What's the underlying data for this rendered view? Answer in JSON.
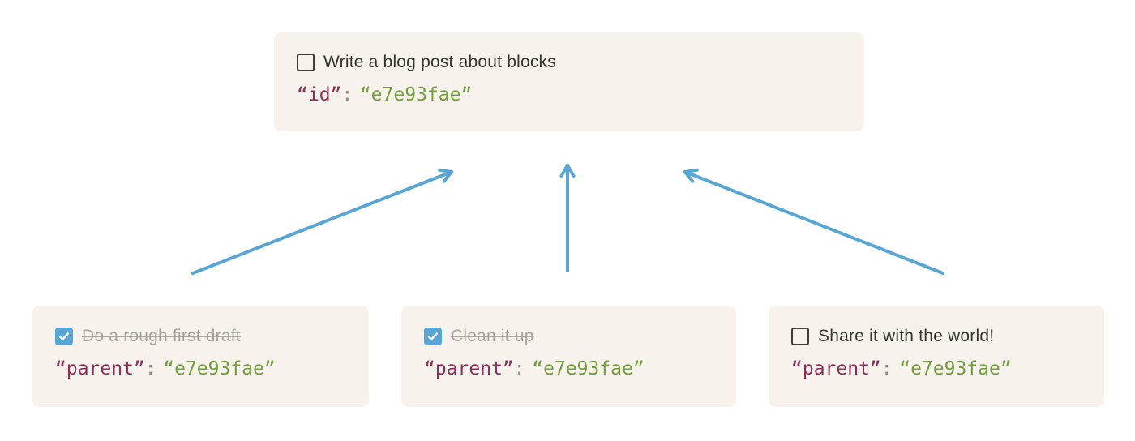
{
  "colors": {
    "page_background": "#ffffff",
    "card_background": "#f7f3ec",
    "arrow": "#57a6d6",
    "checkbox_checked": "#57a6d6",
    "checkbox_border": "#403d38",
    "checkmark": "#ffffff",
    "code_key": "#8e2f58",
    "code_punctuation": "#8f8d89",
    "code_value": "#72a03c",
    "text": "#37352f",
    "text_done": "#a7a49f"
  },
  "icons": {
    "checkmark_icon": "✓",
    "checkbox_blank_icon": "☐",
    "arrow_icon": "↗"
  },
  "diagram": {
    "parent": {
      "label": "Write a blog post about blocks",
      "checked": false,
      "code": {
        "key": "“id”",
        "separator": ":",
        "value": "“e7e93fae”"
      }
    },
    "children": [
      {
        "label": "Do a rough first draft",
        "checked": true,
        "code": {
          "key": "“parent”",
          "separator": ":",
          "value": "“e7e93fae”"
        }
      },
      {
        "label": "Clean it up",
        "checked": true,
        "code": {
          "key": "“parent”",
          "separator": ":",
          "value": "“e7e93fae”"
        }
      },
      {
        "label": "Share it with the world!",
        "checked": false,
        "code": {
          "key": "“parent”",
          "separator": ":",
          "value": "“e7e93fae”"
        }
      }
    ]
  }
}
